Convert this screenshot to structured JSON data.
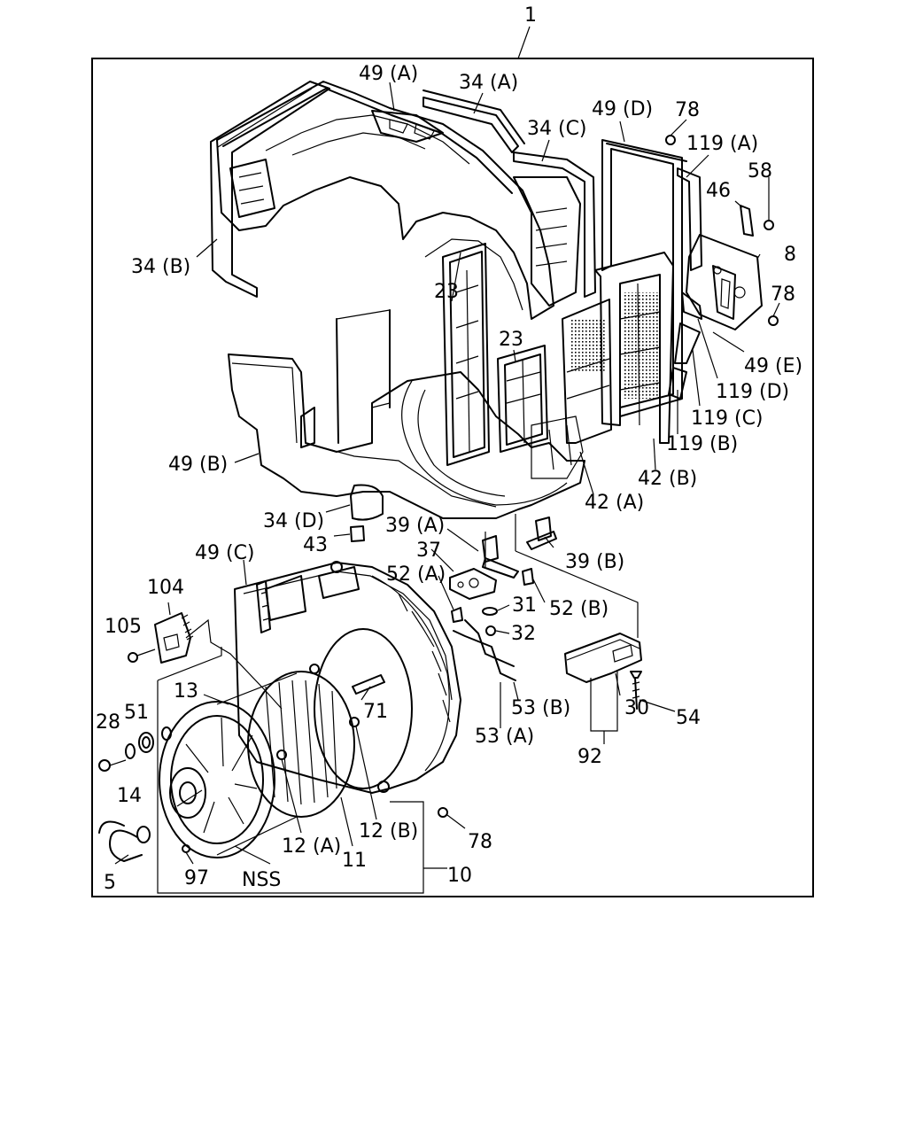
{
  "diagram": {
    "callouts": {
      "c1": "1",
      "c49A": "49 (A)",
      "c34A": "34 (A)",
      "c49D": "49 (D)",
      "c78a": "78",
      "c34C": "34 (C)",
      "c119A": "119 (A)",
      "c58": "58",
      "c46": "46",
      "c8": "8",
      "c34B": "34 (B)",
      "c78b": "78",
      "c23a": "23",
      "c23b": "23",
      "c49E": "49 (E)",
      "c119D": "119 (D)",
      "c119C": "119 (C)",
      "c119B": "119 (B)",
      "c49B": "49 (B)",
      "c42B": "42 (B)",
      "c42A": "42 (A)",
      "c34D": "34 (D)",
      "c39A": "39 (A)",
      "c43": "43",
      "c37": "37",
      "c39B": "39 (B)",
      "c49C": "49 (C)",
      "c52A": "52 (A)",
      "c104": "104",
      "c31": "31",
      "c52B": "52 (B)",
      "c105": "105",
      "c32": "32",
      "c13": "13",
      "c71": "71",
      "c53B": "53 (B)",
      "c30": "30",
      "c54": "54",
      "c28": "28",
      "c51": "51",
      "c53A": "53 (A)",
      "c14": "14",
      "c92": "92",
      "c12A": "12 (A)",
      "c12B": "12 (B)",
      "c78c": "78",
      "c11": "11",
      "c10": "10",
      "c5": "5",
      "c97": "97",
      "cNSS": "NSS"
    }
  }
}
